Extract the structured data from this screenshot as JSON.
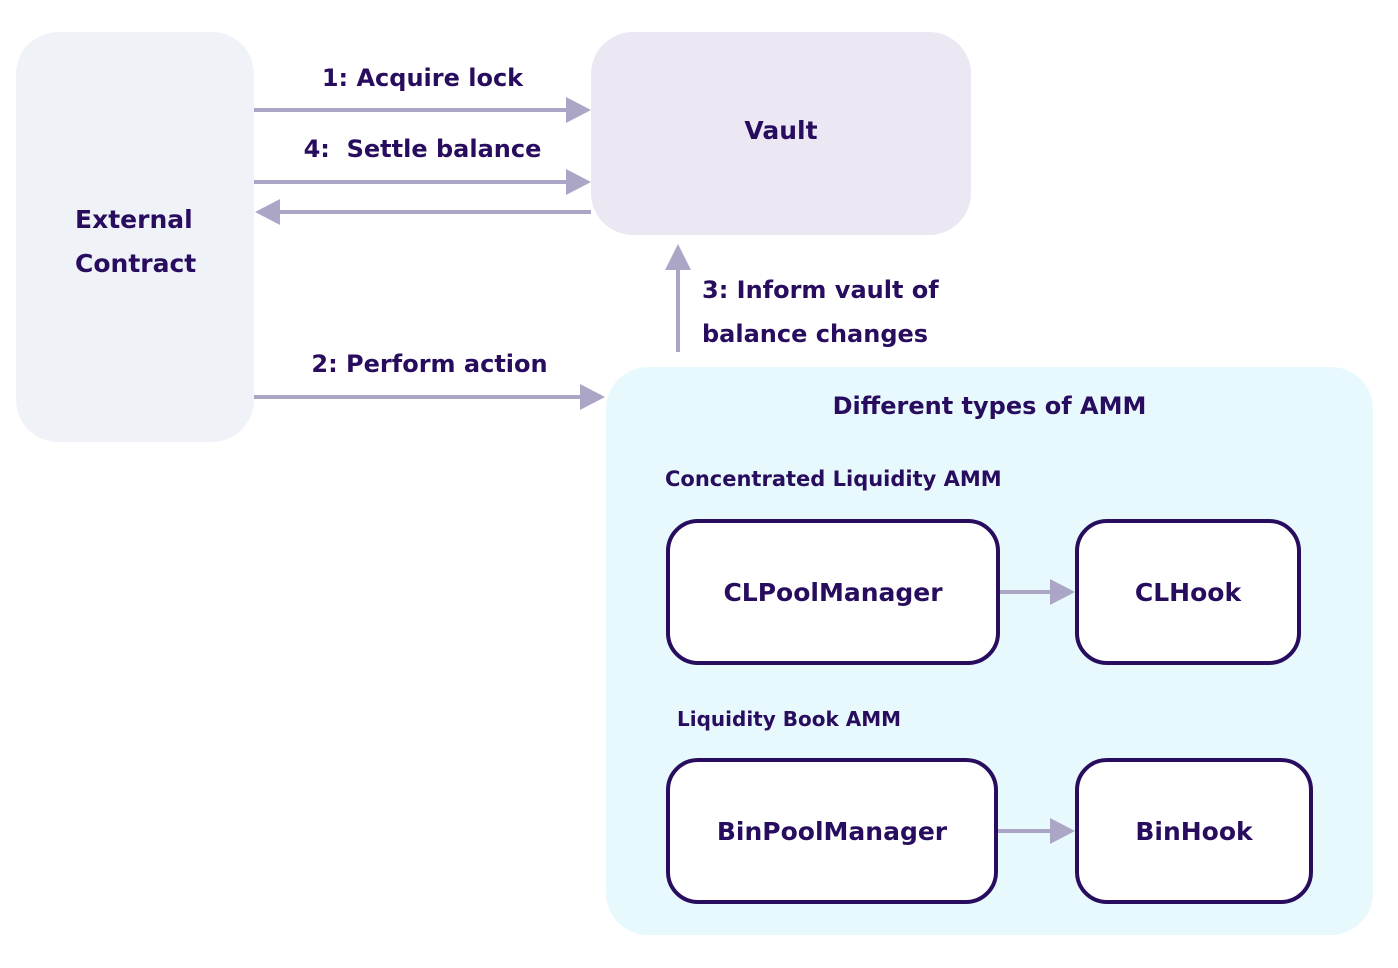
{
  "external_contract": {
    "line1": "External",
    "line2": "Contract"
  },
  "vault": {
    "label": "Vault"
  },
  "arrows": {
    "step1": "1: Acquire lock",
    "step4": "4:  Settle balance",
    "step2": "2: Perform action",
    "step3_line1": "3: Inform vault of",
    "step3_line2": "balance changes"
  },
  "amm": {
    "title": "Different types of AMM",
    "concentrated": {
      "label": "Concentrated Liquidity AMM",
      "manager": "CLPoolManager",
      "hook": "CLHook"
    },
    "liquidity_book": {
      "label": "Liquidity Book AMM",
      "manager": "BinPoolManager",
      "hook": "BinHook"
    }
  },
  "colors": {
    "text": "#280d5f",
    "arrow": "#aba6c6",
    "external_bg": "#eff3f8",
    "vault_bg": "#ebe7f3",
    "amm_bg": "#e8f9fd"
  }
}
